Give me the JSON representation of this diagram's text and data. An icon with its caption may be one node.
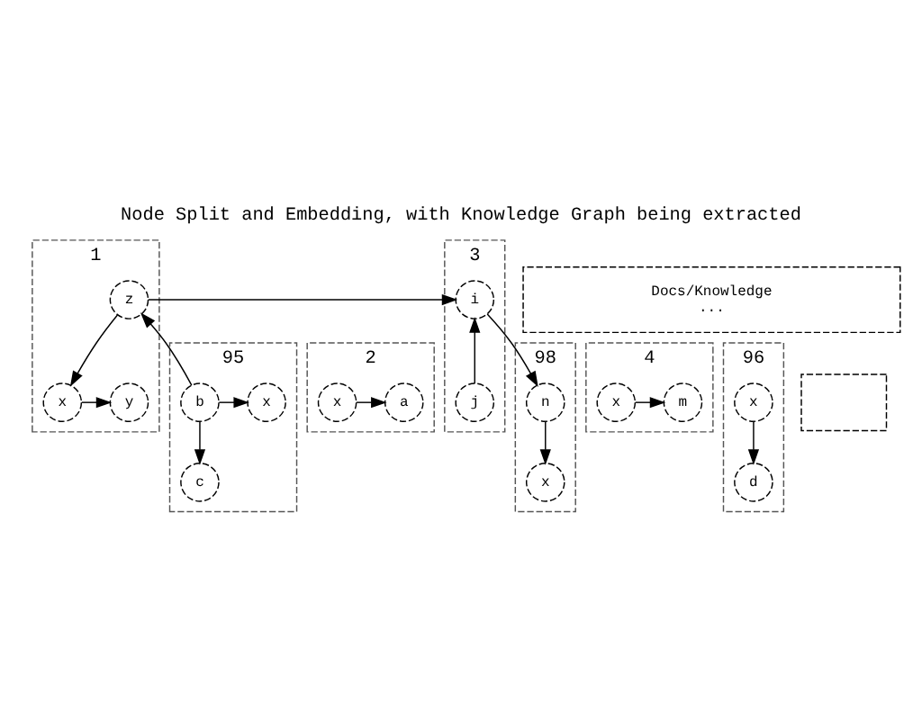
{
  "diagram": {
    "title": "Node Split and Embedding, with Knowledge Graph being extracted",
    "nodes": [
      {
        "text": [
          "1"
        ]
      },
      {
        "text": [
          "x"
        ],
        "in": 0
      },
      {
        "text": [
          "y"
        ],
        "in": 0
      },
      {
        "text": [
          "z"
        ],
        "in": 0
      },
      {
        "text": [
          "2"
        ]
      },
      {
        "text": [
          "x"
        ],
        "in": 4
      },
      {
        "text": [
          "a"
        ],
        "in": 4
      },
      {
        "text": [
          "3"
        ]
      },
      {
        "text": [
          "j"
        ],
        "in": 7
      },
      {
        "text": [
          "i"
        ],
        "in": 7
      },
      {
        "text": [
          "4"
        ]
      },
      {
        "text": [
          "m"
        ],
        "in": 10
      },
      {
        "text": [
          "x"
        ],
        "in": 10
      },
      {
        "text": [
          "Docs/Knowledge",
          "..."
        ]
      },
      {
        "text": [
          "95"
        ]
      },
      {
        "text": [
          "x"
        ],
        "in": 14
      },
      {
        "text": [
          "b"
        ],
        "in": 14
      },
      {
        "text": [
          "c"
        ],
        "in": 14
      },
      {
        "text": [
          "96"
        ]
      },
      {
        "text": [
          "x"
        ],
        "in": 18
      },
      {
        "text": [
          "d"
        ],
        "in": 18
      },
      {
        "text": [],
        "shape": "box"
      },
      {
        "text": [
          "98"
        ]
      },
      {
        "text": [
          "n"
        ],
        "in": 22
      },
      {
        "text": [
          "x"
        ],
        "in": 22
      }
    ],
    "edges": [
      {
        "from": 1,
        "to": 2,
        "arrow": "to"
      },
      {
        "from": 5,
        "to": 6,
        "arrow": "to"
      },
      {
        "from": 12,
        "to": 11,
        "arrow": "to"
      },
      {
        "from": 3,
        "to": 1,
        "arrow": "to"
      },
      {
        "from": 8,
        "to": 9,
        "arrow": "to"
      },
      {
        "from": 3,
        "to": 9,
        "arrow": "to"
      },
      {
        "from": 9,
        "to": 23,
        "arrow": "to"
      },
      {
        "from": 16,
        "to": 3,
        "arrow": "to"
      },
      {
        "from": 16,
        "to": 15,
        "arrow": "to"
      },
      {
        "from": 16,
        "to": 17,
        "arrow": "to"
      },
      {
        "from": 19,
        "to": 20,
        "arrow": "to"
      },
      {
        "from": 23,
        "to": 24,
        "arrow": "to"
      }
    ]
  }
}
